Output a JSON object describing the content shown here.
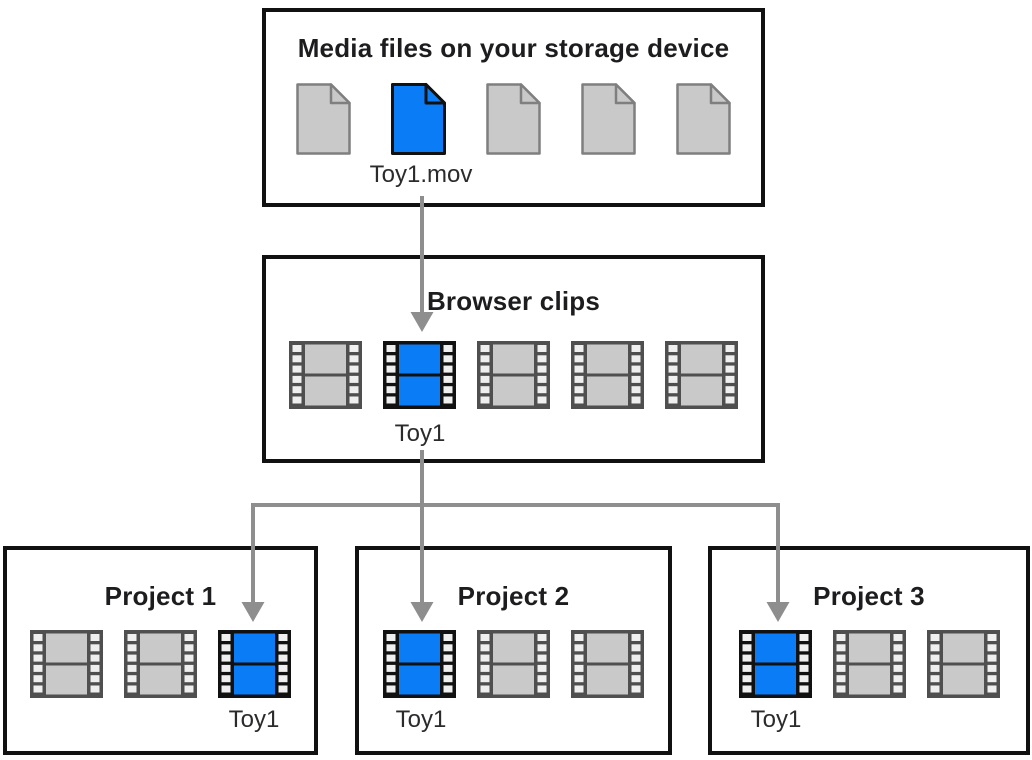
{
  "storage_box": {
    "title": "Media files on your storage device",
    "files": [
      "gray",
      "blue",
      "gray",
      "gray",
      "gray"
    ],
    "selected_file_label": "Toy1.mov"
  },
  "browser_box": {
    "title": "Browser clips",
    "clips": [
      "gray",
      "blue",
      "gray",
      "gray",
      "gray"
    ],
    "selected_clip_label": "Toy1"
  },
  "project_boxes": [
    {
      "title": "Project 1",
      "clips": [
        "gray",
        "gray",
        "blue"
      ],
      "selected_clip_label": "Toy1"
    },
    {
      "title": "Project 2",
      "clips": [
        "blue",
        "gray",
        "gray"
      ],
      "selected_clip_label": "Toy1"
    },
    {
      "title": "Project 3",
      "clips": [
        "blue",
        "gray",
        "gray"
      ],
      "selected_clip_label": "Toy1"
    }
  ],
  "icons": {
    "file_icon": "document-icon",
    "clip_icon": "filmstrip-icon",
    "flow_icon": "arrow-down-icon"
  },
  "colors": {
    "highlight_blue": "#0a7cf5",
    "neutral_gray": "#c9c9c9",
    "arrow_gray": "#8e8e8e",
    "box_border": "#111111",
    "title_color": "#1d1d1f",
    "label_color": "#2b2b2d"
  }
}
